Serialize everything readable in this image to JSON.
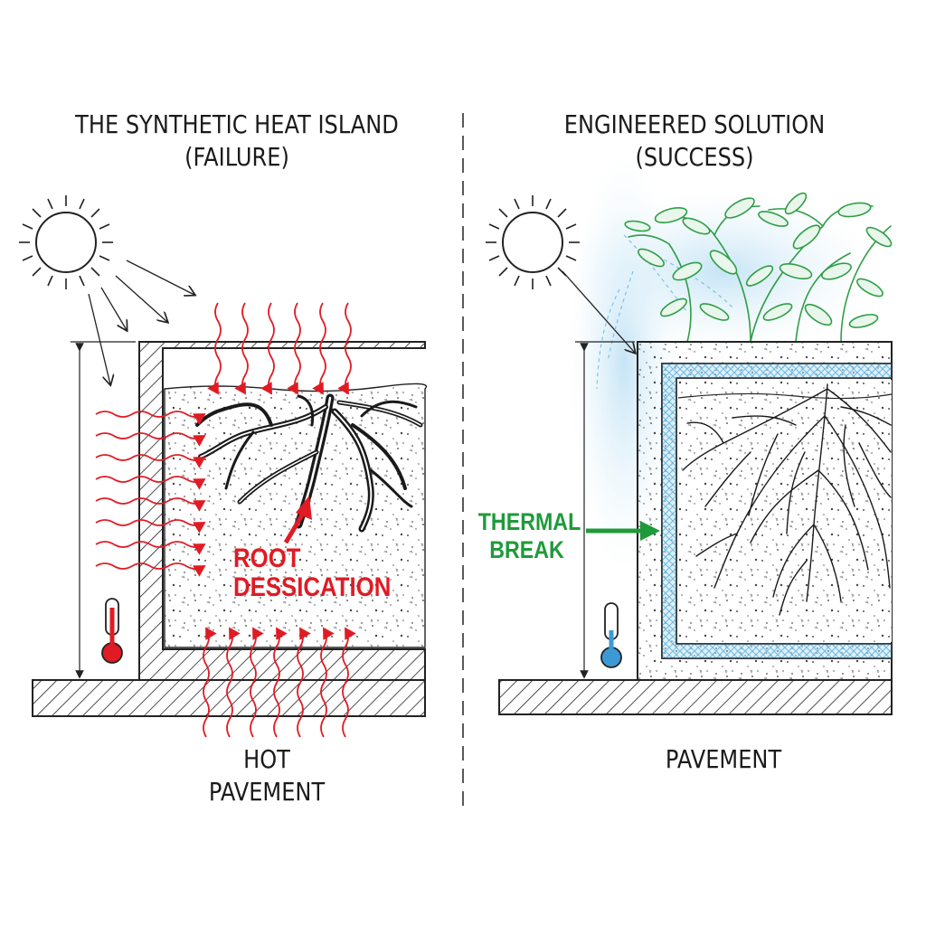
{
  "panels": {
    "left": {
      "title_line1": "THE SYNTHETIC HEAT ISLAND",
      "title_line2": "(FAILURE)",
      "callout_line1": "ROOT",
      "callout_line2": "DESSICATION",
      "ground_line1": "HOT",
      "ground_line2": "PAVEMENT"
    },
    "right": {
      "title_line1": "ENGINEERED SOLUTION",
      "title_line2": "(SUCCESS)",
      "callout_line1": "THERMAL",
      "callout_line2": "BREAK",
      "ground_label": "PAVEMENT"
    }
  },
  "colors": {
    "heat": "#e01b24",
    "foliage": "#2e9e45",
    "insulation": "#7cc4e8",
    "cool_halo": "#cfe8f6",
    "ink": "#1a1a1a"
  },
  "icons": {
    "sun": "sun-icon",
    "thermometer_hot": "thermometer-hot-icon",
    "thermometer_cool": "thermometer-cool-icon"
  }
}
